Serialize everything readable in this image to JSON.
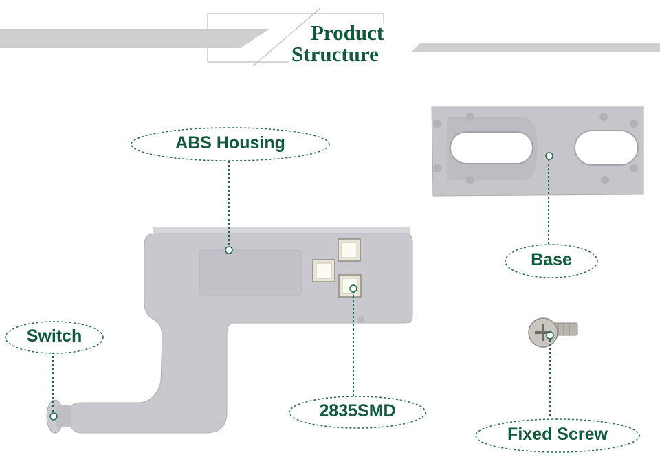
{
  "header": {
    "title_line1": "Product",
    "title_line2": "Structure"
  },
  "labels": {
    "abs_housing": "ABS Housing",
    "base": "Base",
    "switch": "Switch",
    "smd": "2835SMD",
    "screw": "Fixed Screw"
  },
  "colors": {
    "accent_green": "#0f5a3a",
    "product_gray": "#c9c8ce",
    "banner_gray": "#cfcfcf"
  }
}
